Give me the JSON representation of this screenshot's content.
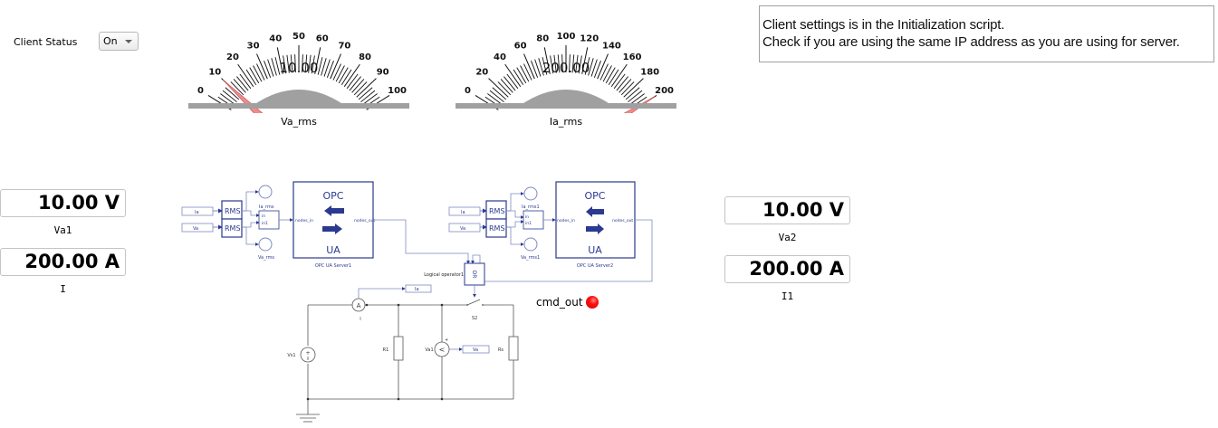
{
  "client_status": {
    "label": "Client Status",
    "selected": "On"
  },
  "note": {
    "line1": "Client settings is in the Initialization script.",
    "line2": "Check if you are using the same IP address as you are using for server."
  },
  "gauges": [
    {
      "name": "Va_rms",
      "value": 10,
      "value_text": "10.00",
      "min": 0,
      "max": 100,
      "major_ticks": [
        "0",
        "10",
        "20",
        "30",
        "40",
        "50",
        "60",
        "70",
        "80",
        "90",
        "100"
      ],
      "needle_color": "#f28a8a"
    },
    {
      "name": "Ia_rms",
      "value": 200,
      "value_text": "200.00",
      "min": 0,
      "max": 200,
      "major_ticks": [
        "0",
        "20",
        "40",
        "60",
        "80",
        "100",
        "120",
        "140",
        "160",
        "180",
        "200"
      ],
      "needle_color": "#f28a8a"
    }
  ],
  "displays_left": [
    {
      "value": "10.00 V",
      "label": "Va1"
    },
    {
      "value": "200.00 A",
      "label": "I"
    }
  ],
  "displays_right": [
    {
      "value": "10.00 V",
      "label": "Va2"
    },
    {
      "value": "200.00 A",
      "label": "I1"
    }
  ],
  "cmd": {
    "label": "cmd_out",
    "lamp_color": "#ff1010"
  },
  "schematic": {
    "block_color": "#2b3990",
    "server1": {
      "title_top": "OPC",
      "title_bottom": "UA",
      "port_in": "nodes_in",
      "port_out": "nodes_out",
      "name": "OPC UA Server1",
      "src_ia": "Ia",
      "src_va": "Va",
      "rms": "RMS",
      "mux_in": "in",
      "mux_in1": "in1",
      "probe_top": "Ia_rms",
      "probe_bottom": "Va_rms"
    },
    "server2": {
      "title_top": "OPC",
      "title_bottom": "UA",
      "port_in": "nodes_in",
      "port_out": "nodes_out",
      "name": "OPC UA Server2",
      "src_ia": "Ia",
      "src_va": "Va",
      "rms": "RMS",
      "mux_in": "in",
      "mux_in1": "in1",
      "probe_top": "Ia_rms1",
      "probe_bottom": "Va_rms1"
    },
    "logic": {
      "name": "Logical operator1",
      "op": "OR"
    },
    "circuit": {
      "ammeter_symbol": "A",
      "ammeter_name": "I",
      "ammeter_out": "Ia",
      "switch_name": "S2",
      "source_name": "Vs1",
      "r1": "R1",
      "voltmeter_name": "Va1",
      "voltmeter_symbol": "<",
      "voltmeter_out": "Va",
      "rs": "Rs",
      "plus": "+"
    }
  }
}
